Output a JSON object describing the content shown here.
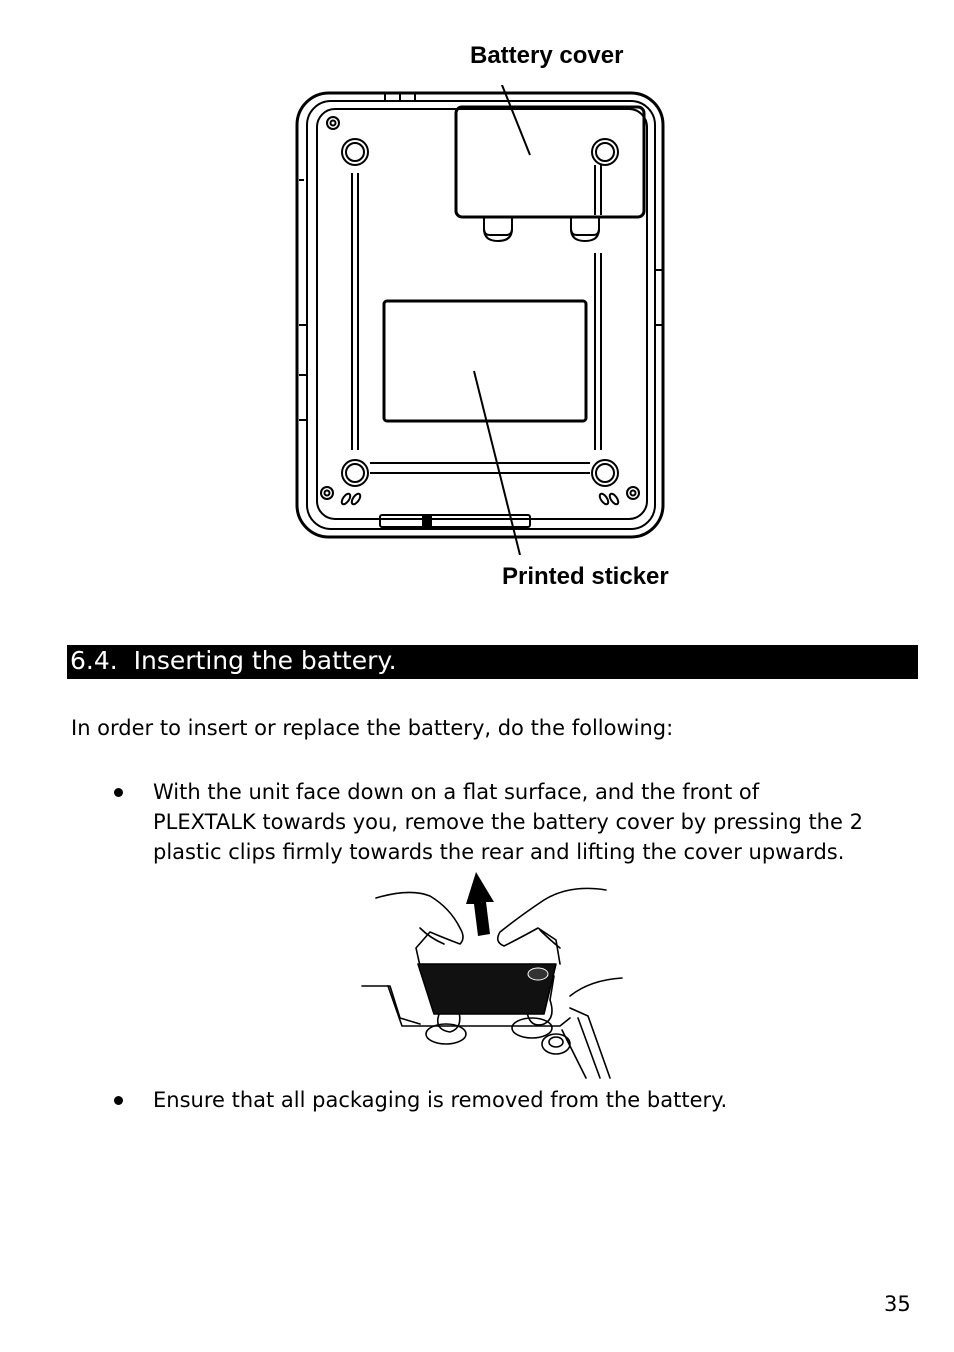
{
  "figure1": {
    "label_top": "Battery cover",
    "label_bottom": "Printed sticker"
  },
  "section": {
    "number": "6.4.",
    "title": "Inserting the battery."
  },
  "intro": "In order to insert or replace the battery, do the following:",
  "bullets": [
    {
      "lines": [
        "With the unit face down on a flat surface, and the front of",
        "PLEXTALK towards you, remove the battery cover by pressing the 2",
        "plastic clips firmly towards the rear and lifting the cover upwards."
      ]
    },
    {
      "lines": [
        "Ensure that all packaging is removed from the battery."
      ]
    }
  ],
  "page_number": "35"
}
